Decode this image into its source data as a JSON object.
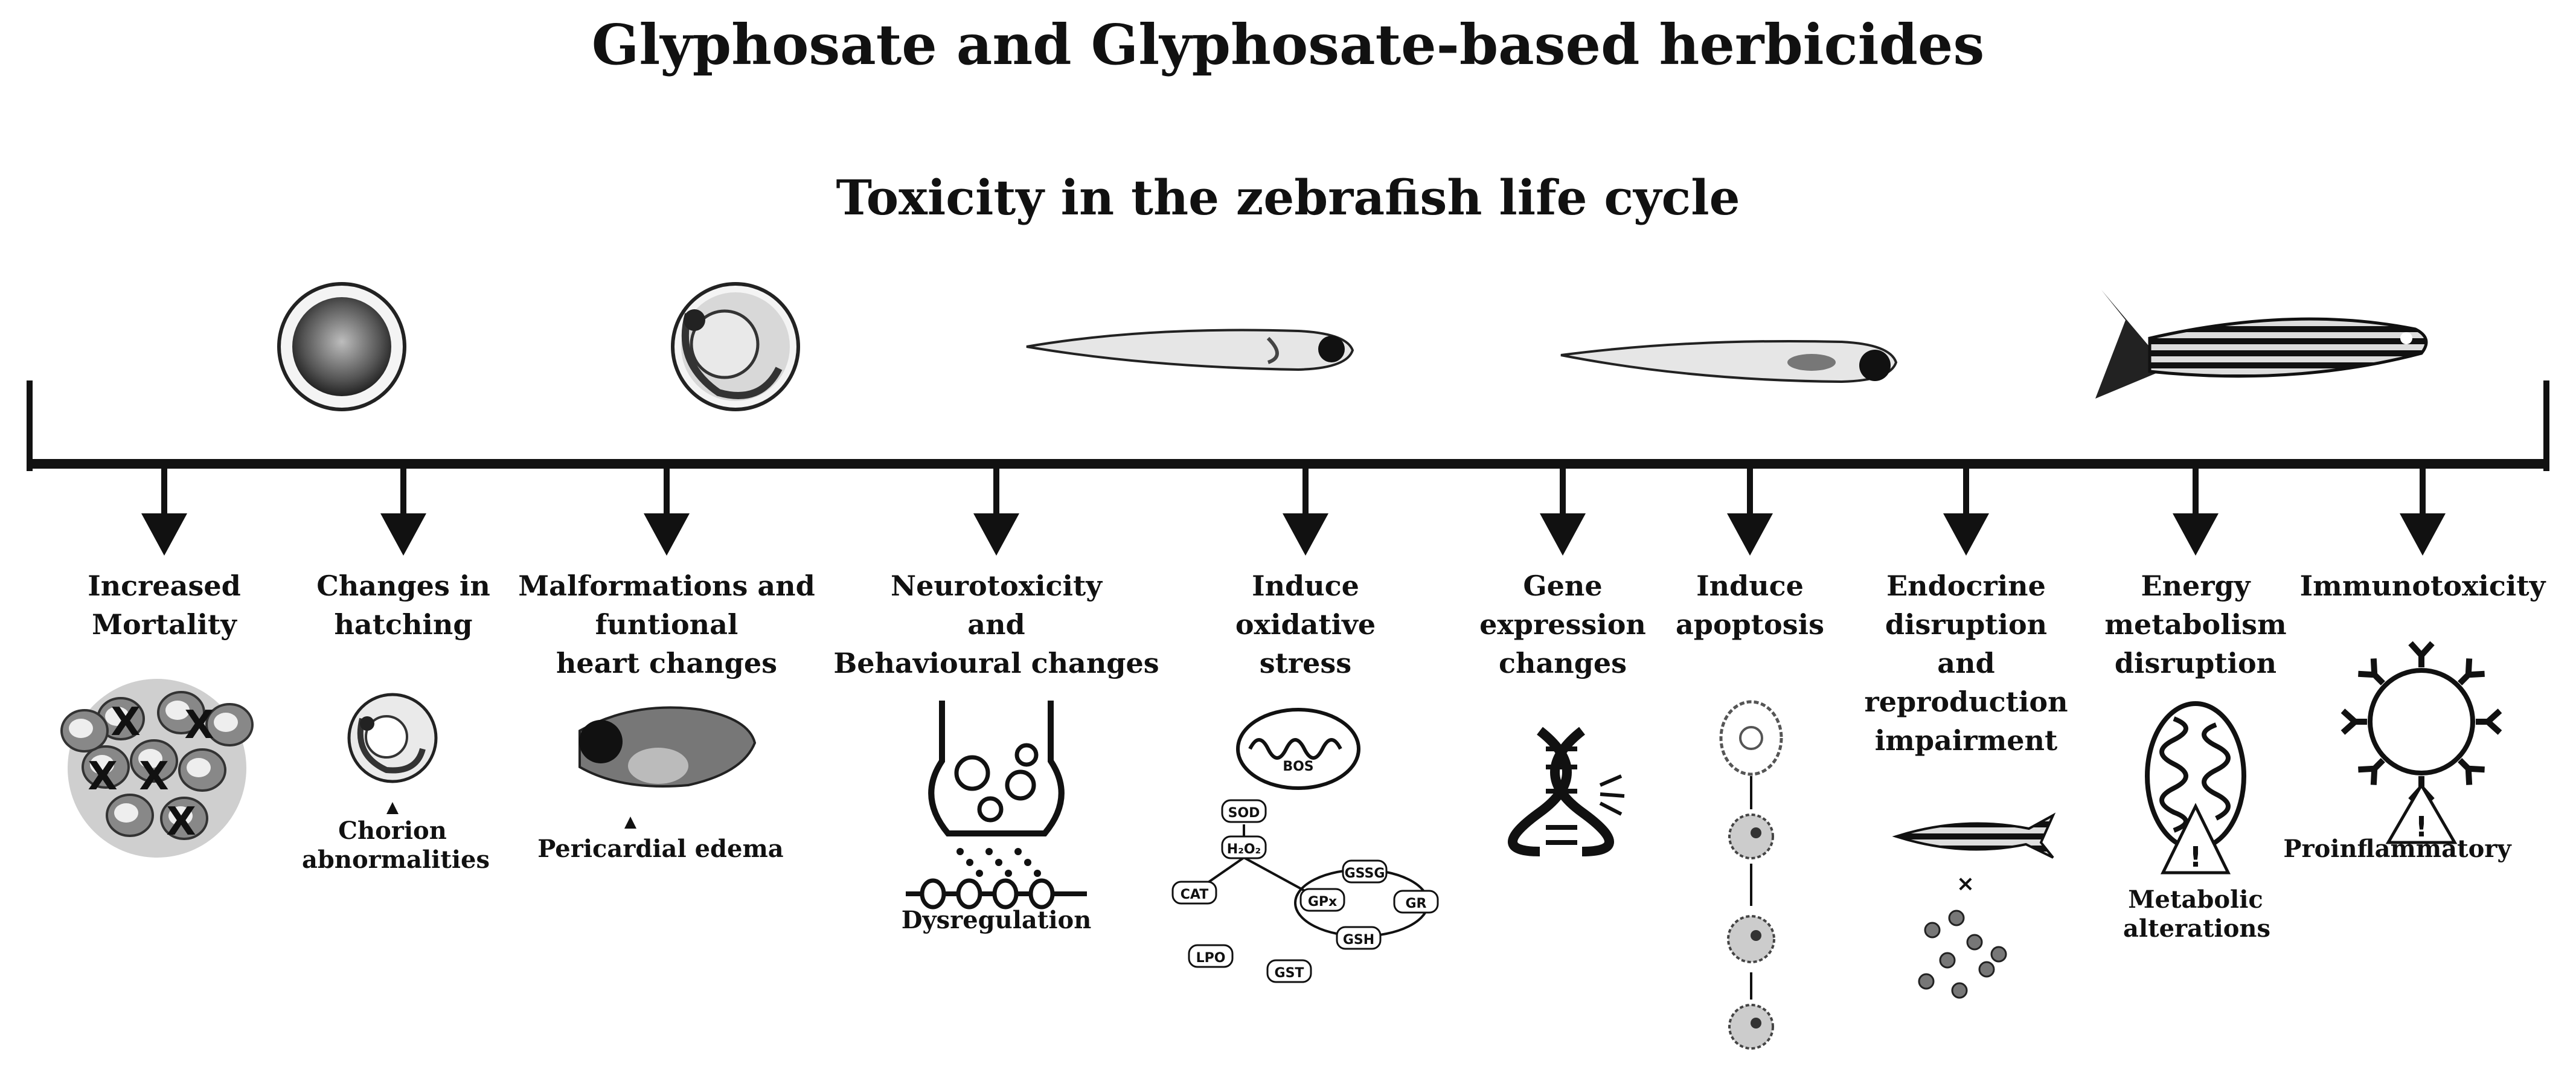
{
  "title": "Glyphosate and Glyphosate-based herbicides",
  "subtitle": "Toxicity in the zebrafish life cycle",
  "stages": [
    {
      "name": "egg-stage-icon"
    },
    {
      "name": "embryo-stage-icon"
    },
    {
      "name": "larva-stage-icon"
    },
    {
      "name": "juvenile-stage-icon"
    },
    {
      "name": "adult-stage-icon"
    }
  ],
  "effects": [
    {
      "label_lines": [
        "Increased",
        "Mortality"
      ],
      "icon": "mortality-embryos-icon",
      "note": ""
    },
    {
      "label_lines": [
        "Changes in",
        "hatching"
      ],
      "icon": "chorion-embryo-icon",
      "note": "Chorion abnormalities"
    },
    {
      "label_lines": [
        "Malformations and",
        "funtional",
        "heart changes"
      ],
      "icon": "larva-edema-icon",
      "note": "Pericardial edema"
    },
    {
      "label_lines": [
        "Neurotoxicity",
        "and",
        "Behavioural changes"
      ],
      "icon": "synapse-icon",
      "note": "Dysregulation"
    },
    {
      "label_lines": [
        "Induce",
        "oxidative",
        "stress"
      ],
      "icon": "oxidative-pathway-icon",
      "note": ""
    },
    {
      "label_lines": [
        "Gene",
        "expression",
        "changes"
      ],
      "icon": "dna-helix-icon",
      "note": ""
    },
    {
      "label_lines": [
        "Induce",
        "apoptosis"
      ],
      "icon": "apoptosis-cell-icon",
      "note": ""
    },
    {
      "label_lines": [
        "Endocrine",
        "disruption",
        "and",
        "reproduction",
        "impairment"
      ],
      "icon": "fish-eggs-icon",
      "note": ""
    },
    {
      "label_lines": [
        "Energy",
        "metabolism",
        "disruption"
      ],
      "icon": "mitochondrion-warning-icon",
      "note": "Metabolic alterations"
    },
    {
      "label_lines": [
        "Immunotoxicity"
      ],
      "icon": "antibody-warning-icon",
      "note": "Proinflammatory"
    }
  ],
  "pathway_labels": [
    "BOS",
    "SOD",
    "H₂O₂",
    "GSSG",
    "CAT",
    "GPx",
    "GR",
    "GSH",
    "LPO",
    "GST"
  ],
  "mortality_marks": [
    "X",
    "X",
    "X",
    "X",
    "X"
  ]
}
